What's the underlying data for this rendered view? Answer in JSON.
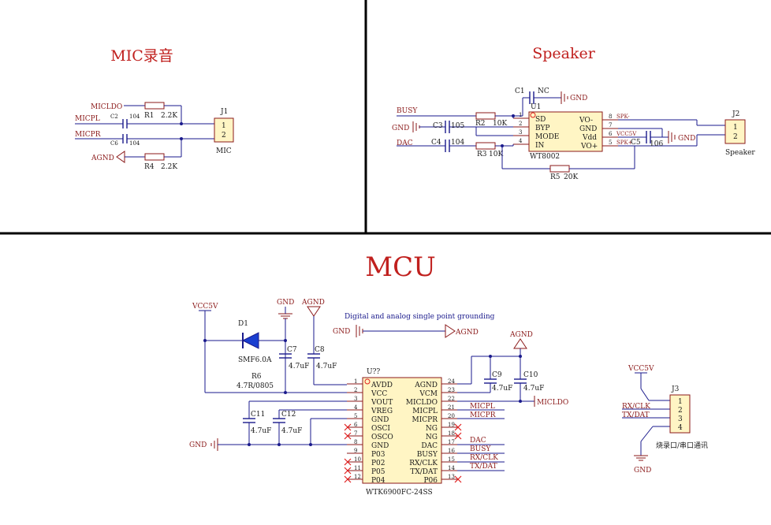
{
  "sections": {
    "mic_title": "MIC录音",
    "speaker_title": "Speaker",
    "mcu_title": "MCU"
  },
  "mic": {
    "nets": {
      "micldo": "MICLDO",
      "micpl": "MICPL",
      "micpr": "MICPR",
      "agnd": "AGND"
    },
    "r1": {
      "ref": "R1",
      "value": "2.2K"
    },
    "r4": {
      "ref": "R4",
      "value": "2.2K"
    },
    "c2": {
      "ref": "C2",
      "value": "104"
    },
    "c6": {
      "ref": "C6",
      "value": "104"
    },
    "j1": {
      "ref": "J1",
      "name": "MIC",
      "pin1": "1",
      "pin2": "2"
    }
  },
  "speaker": {
    "nets": {
      "busy": "BUSY",
      "dac": "DAC",
      "gnd_left": "GND",
      "gnd_top": "GND",
      "gnd_right": "GND"
    },
    "c1": {
      "ref": "C1",
      "value": "NC"
    },
    "c3": {
      "ref": "C3",
      "value": "105"
    },
    "c4": {
      "ref": "C4",
      "value": "104"
    },
    "c5": {
      "ref": "C5",
      "value": "106"
    },
    "r2": {
      "ref": "R2",
      "value": "10K"
    },
    "r3": {
      "ref": "R3",
      "value": "10K"
    },
    "r5": {
      "ref": "R5",
      "value": "20K"
    },
    "u1": {
      "ref": "U1",
      "name": "WT8002",
      "left_pins": [
        {
          "num": "1",
          "name": "SD"
        },
        {
          "num": "2",
          "name": "BYP"
        },
        {
          "num": "3",
          "name": "MODE"
        },
        {
          "num": "4",
          "name": "IN"
        }
      ],
      "right_pins": [
        {
          "num": "8",
          "name": "VO-"
        },
        {
          "num": "7",
          "name": "GND"
        },
        {
          "num": "6",
          "name": "Vdd"
        },
        {
          "num": "5",
          "name": "VO+"
        }
      ]
    },
    "wire_labels": {
      "spk_minus": "SPK-",
      "vcc5v": "VCC5V",
      "spk_plus": "SPK+"
    },
    "j2": {
      "ref": "J2",
      "name": "Speaker",
      "pin1": "1",
      "pin2": "2"
    }
  },
  "mcu": {
    "note": "Digital and analog single point grounding",
    "nets": {
      "vcc5v": "VCC5V",
      "gnd_top": "GND",
      "agnd_top": "AGND",
      "gnd_left": "GND",
      "gnd_note": "GND",
      "agnd_note": "AGND",
      "agnd_right": "AGND",
      "micldo": "MICLDO"
    },
    "d1": {
      "ref": "D1",
      "value": "SMF6.0A"
    },
    "r6": {
      "ref": "R6",
      "value": "4.7R/0805"
    },
    "c7": {
      "ref": "C7",
      "value": "4.7uF"
    },
    "c8": {
      "ref": "C8",
      "value": "4.7uF"
    },
    "c9": {
      "ref": "C9",
      "value": "4.7uF"
    },
    "c10": {
      "ref": "C10",
      "value": "4.7uF"
    },
    "c11": {
      "ref": "C11",
      "value": "4.7uF"
    },
    "c12": {
      "ref": "C12",
      "value": "4.7uF"
    },
    "u": {
      "ref": "U??",
      "name": "WTK6900FC-24SS",
      "left_pins": [
        {
          "num": "1",
          "name": "AVDD"
        },
        {
          "num": "2",
          "name": "VCC"
        },
        {
          "num": "3",
          "name": "VOUT"
        },
        {
          "num": "4",
          "name": "VREG"
        },
        {
          "num": "5",
          "name": "GND"
        },
        {
          "num": "6",
          "name": "OSCI"
        },
        {
          "num": "7",
          "name": "OSCO"
        },
        {
          "num": "8",
          "name": "GND"
        },
        {
          "num": "9",
          "name": "P03"
        },
        {
          "num": "10",
          "name": "P02"
        },
        {
          "num": "11",
          "name": "P05"
        },
        {
          "num": "12",
          "name": "P04"
        }
      ],
      "right_pins": [
        {
          "num": "24",
          "name": "AGND"
        },
        {
          "num": "23",
          "name": "VCM"
        },
        {
          "num": "22",
          "name": "MICLDO"
        },
        {
          "num": "21",
          "name": "MICPL"
        },
        {
          "num": "20",
          "name": "MICPR"
        },
        {
          "num": "19",
          "name": "NG"
        },
        {
          "num": "18",
          "name": "NG"
        },
        {
          "num": "17",
          "name": "DAC"
        },
        {
          "num": "16",
          "name": "BUSY"
        },
        {
          "num": "15",
          "name": "RX/CLK"
        },
        {
          "num": "14",
          "name": "TX/DAT"
        },
        {
          "num": "13",
          "name": "P06"
        }
      ],
      "right_nets": {
        "micpl": "MICPL",
        "micpr": "MICPR",
        "dac": "DAC",
        "busy": "BUSY",
        "rx": "RX/CLK",
        "tx": "TX/DAT"
      }
    },
    "j3": {
      "ref": "J3",
      "name": "烧录口/串口通讯",
      "vcc": "VCC5V",
      "gnd": "GND",
      "rx": "RX/CLK",
      "tx": "TX/DAT",
      "pins": [
        "1",
        "2",
        "3",
        "4"
      ]
    }
  }
}
